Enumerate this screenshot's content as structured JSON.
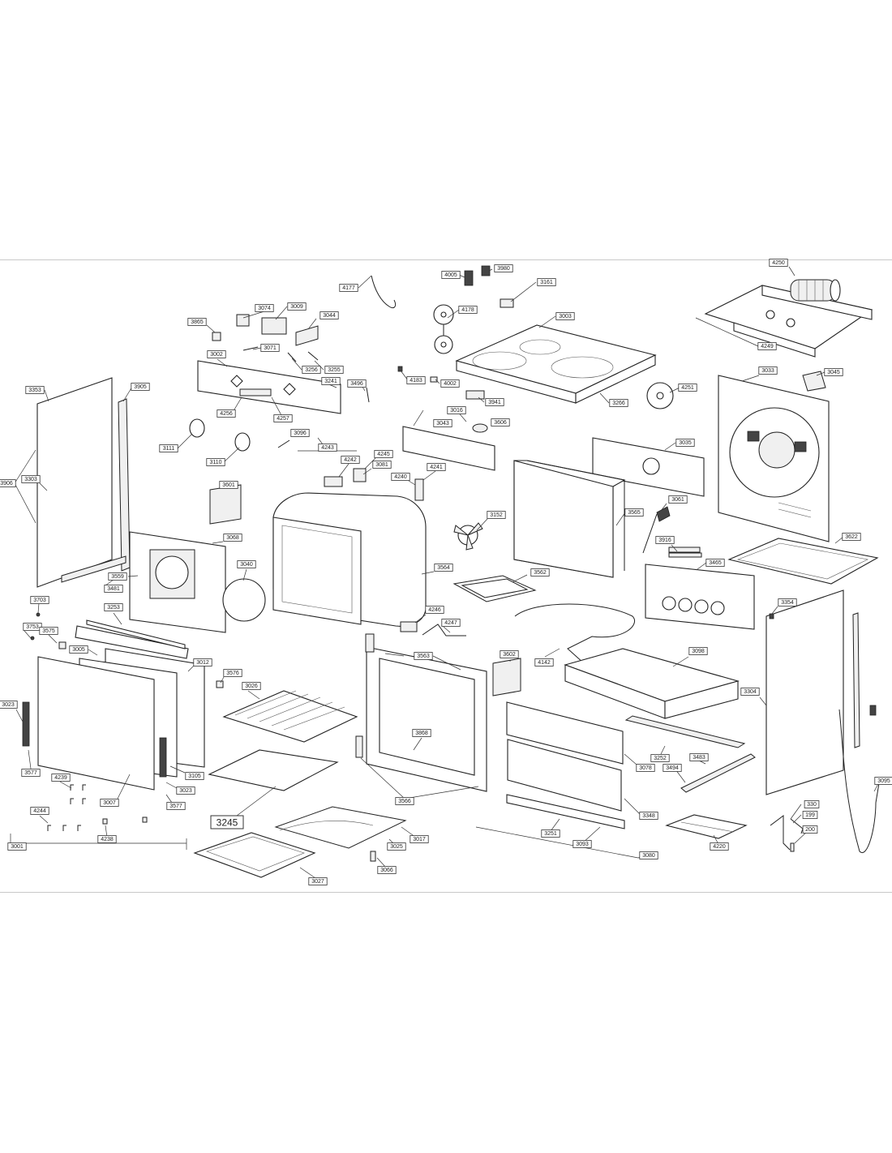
{
  "diagram": {
    "labels": [
      {
        "text": "4250"
      },
      {
        "text": "4005"
      },
      {
        "text": "3980"
      },
      {
        "text": "4177"
      },
      {
        "text": "3161"
      },
      {
        "text": "4178"
      },
      {
        "text": "3074"
      },
      {
        "text": "3009"
      },
      {
        "text": "3044"
      },
      {
        "text": "3865"
      },
      {
        "text": "3003"
      },
      {
        "text": "3071"
      },
      {
        "text": "3002"
      },
      {
        "text": "3256"
      },
      {
        "text": "3255"
      },
      {
        "text": "4249"
      },
      {
        "text": "3033"
      },
      {
        "text": "3045"
      },
      {
        "text": "4183"
      },
      {
        "text": "4002"
      },
      {
        "text": "3941"
      },
      {
        "text": "3241"
      },
      {
        "text": "3496"
      },
      {
        "text": "3266"
      },
      {
        "text": "4251"
      },
      {
        "text": "3353"
      },
      {
        "text": "3905"
      },
      {
        "text": "3016"
      },
      {
        "text": "4256"
      },
      {
        "text": "4257"
      },
      {
        "text": "3043"
      },
      {
        "text": "3606"
      },
      {
        "text": "3111"
      },
      {
        "text": "3096"
      },
      {
        "text": "4243"
      },
      {
        "text": "3035"
      },
      {
        "text": "4245"
      },
      {
        "text": "3110"
      },
      {
        "text": "4242"
      },
      {
        "text": "3081"
      },
      {
        "text": "4241"
      },
      {
        "text": "4240"
      },
      {
        "text": "3906"
      },
      {
        "text": "3303"
      },
      {
        "text": "3601"
      },
      {
        "text": "3152"
      },
      {
        "text": "3565"
      },
      {
        "text": "3061"
      },
      {
        "text": "3068"
      },
      {
        "text": "3622"
      },
      {
        "text": "3916"
      },
      {
        "text": "3040"
      },
      {
        "text": "3465"
      },
      {
        "text": "3559"
      },
      {
        "text": "3564"
      },
      {
        "text": "3562"
      },
      {
        "text": "3481"
      },
      {
        "text": "3703"
      },
      {
        "text": "3354"
      },
      {
        "text": "3253"
      },
      {
        "text": "4246"
      },
      {
        "text": "4247"
      },
      {
        "text": "3753"
      },
      {
        "text": "3575"
      },
      {
        "text": "3005"
      },
      {
        "text": "3563"
      },
      {
        "text": "3098"
      },
      {
        "text": "3012"
      },
      {
        "text": "3602"
      },
      {
        "text": "4142"
      },
      {
        "text": "3576"
      },
      {
        "text": "3026"
      },
      {
        "text": "3304"
      },
      {
        "text": "3023"
      },
      {
        "text": "3868"
      },
      {
        "text": "3252"
      },
      {
        "text": "3483"
      },
      {
        "text": "3078"
      },
      {
        "text": "3577"
      },
      {
        "text": "3105"
      },
      {
        "text": "3494"
      },
      {
        "text": "3095"
      },
      {
        "text": "4239"
      },
      {
        "text": "3023"
      },
      {
        "text": "3007"
      },
      {
        "text": "3577"
      },
      {
        "text": "3566"
      },
      {
        "text": "3348"
      },
      {
        "text": "330"
      },
      {
        "text": "4244"
      },
      {
        "text": "3245"
      },
      {
        "text": "199"
      },
      {
        "text": "3251"
      },
      {
        "text": "200"
      },
      {
        "text": "4238"
      },
      {
        "text": "3017"
      },
      {
        "text": "3093"
      },
      {
        "text": "4220"
      },
      {
        "text": "3001"
      },
      {
        "text": "3025"
      },
      {
        "text": "3080"
      },
      {
        "text": "3066"
      },
      {
        "text": "3027"
      }
    ]
  }
}
